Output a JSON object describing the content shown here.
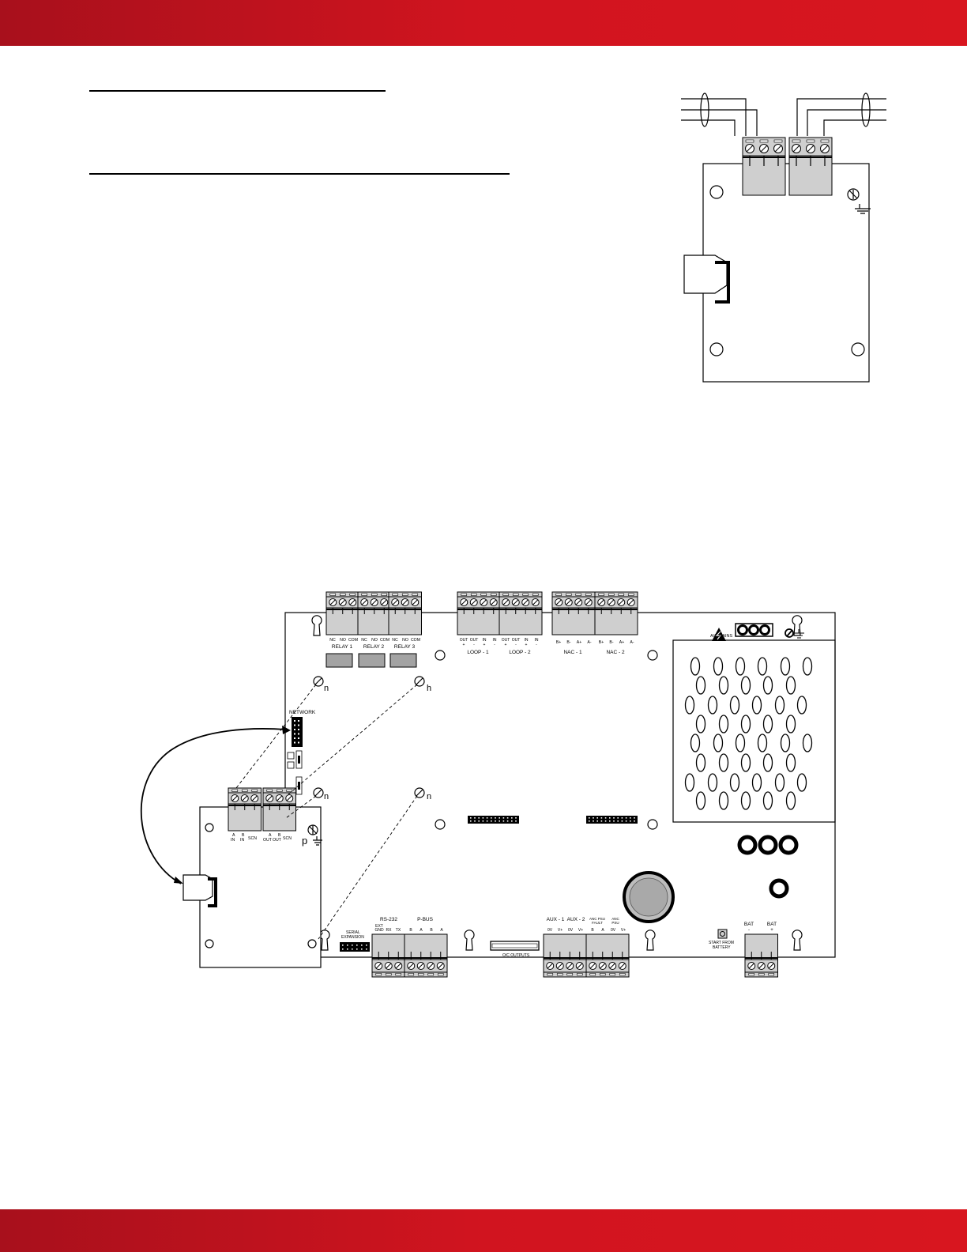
{
  "colors": {
    "band_left": "#a8101c",
    "band_mid": "#d1141f",
    "band_right": "#d8161f",
    "panel_grey": "#cfcfcf",
    "relay_grey": "#a3a3a3"
  },
  "labels": {
    "relays": [
      "RELAY 1",
      "RELAY 2",
      "RELAY 3"
    ],
    "relay_pins": [
      "NC",
      "NO",
      "COM"
    ],
    "loops": [
      "LOOP - 1",
      "LOOP - 2"
    ],
    "loop_pins": [
      "OUT",
      "OUT",
      "IN",
      "IN",
      "OUT",
      "OUT",
      "IN",
      "IN"
    ],
    "loop_signs": [
      "+",
      "-",
      "+",
      "-",
      "+",
      "-",
      "+",
      "-"
    ],
    "nacs": [
      "NAC - 1",
      "NAC - 2"
    ],
    "nac_pins": [
      "B+",
      "B-",
      "A+",
      "A-",
      "B+",
      "B-",
      "A+",
      "A-"
    ],
    "network": "NETWORK",
    "ac_mains": "A/C MAINS",
    "markers": [
      "n",
      "h",
      "n",
      "n"
    ],
    "earth_marker": "p",
    "net_pins": [
      "A",
      "B",
      "A",
      "B"
    ],
    "net_pin_sub": [
      "IN",
      "IN",
      "OUT",
      "OUT"
    ],
    "scn": "SCN",
    "rs232": "RS-232",
    "rs232_pins": [
      "EXT GND",
      "RX",
      "TX"
    ],
    "pbus": "P-BUS",
    "pbus_pins": [
      "B",
      "A",
      "B",
      "A"
    ],
    "serial_expansion": "SERIAL EXPANSION",
    "oc_outputs": "O/C OUTPUTS",
    "aux": [
      "AUX - 1",
      "AUX - 2"
    ],
    "aux_pins": [
      "0V",
      "V+",
      "0V",
      "V+"
    ],
    "anc_psu_fault": "ANC PSU FAULT",
    "anc_psu": "ANC PSU",
    "anc_pins": [
      "B",
      "A",
      "0V",
      "V+"
    ],
    "start_from_battery": "START FROM BATTERY",
    "bat": [
      "BAT",
      "BAT"
    ],
    "bat_signs": [
      "-",
      "+"
    ]
  }
}
